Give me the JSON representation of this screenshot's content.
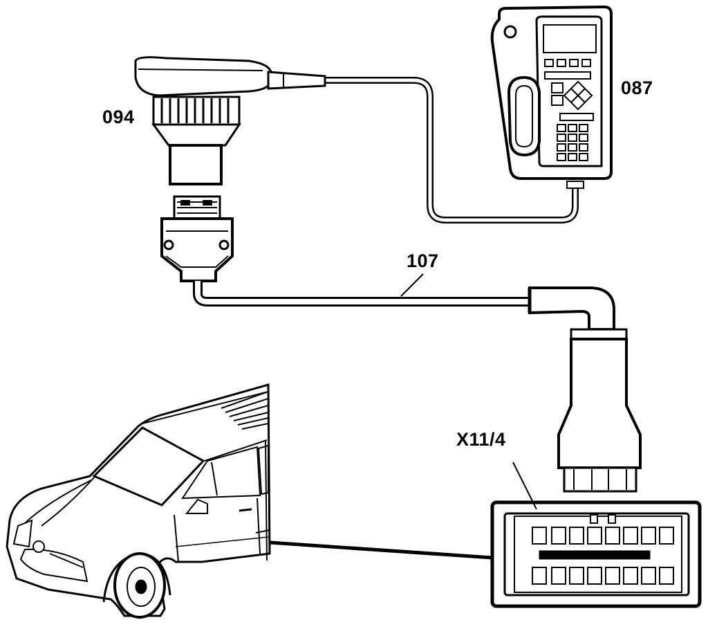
{
  "labels": {
    "tester": "087",
    "adapter": "094",
    "cable": "107",
    "socket": "X11/4"
  },
  "colors": {
    "line": "#000000",
    "background": "#ffffff"
  }
}
